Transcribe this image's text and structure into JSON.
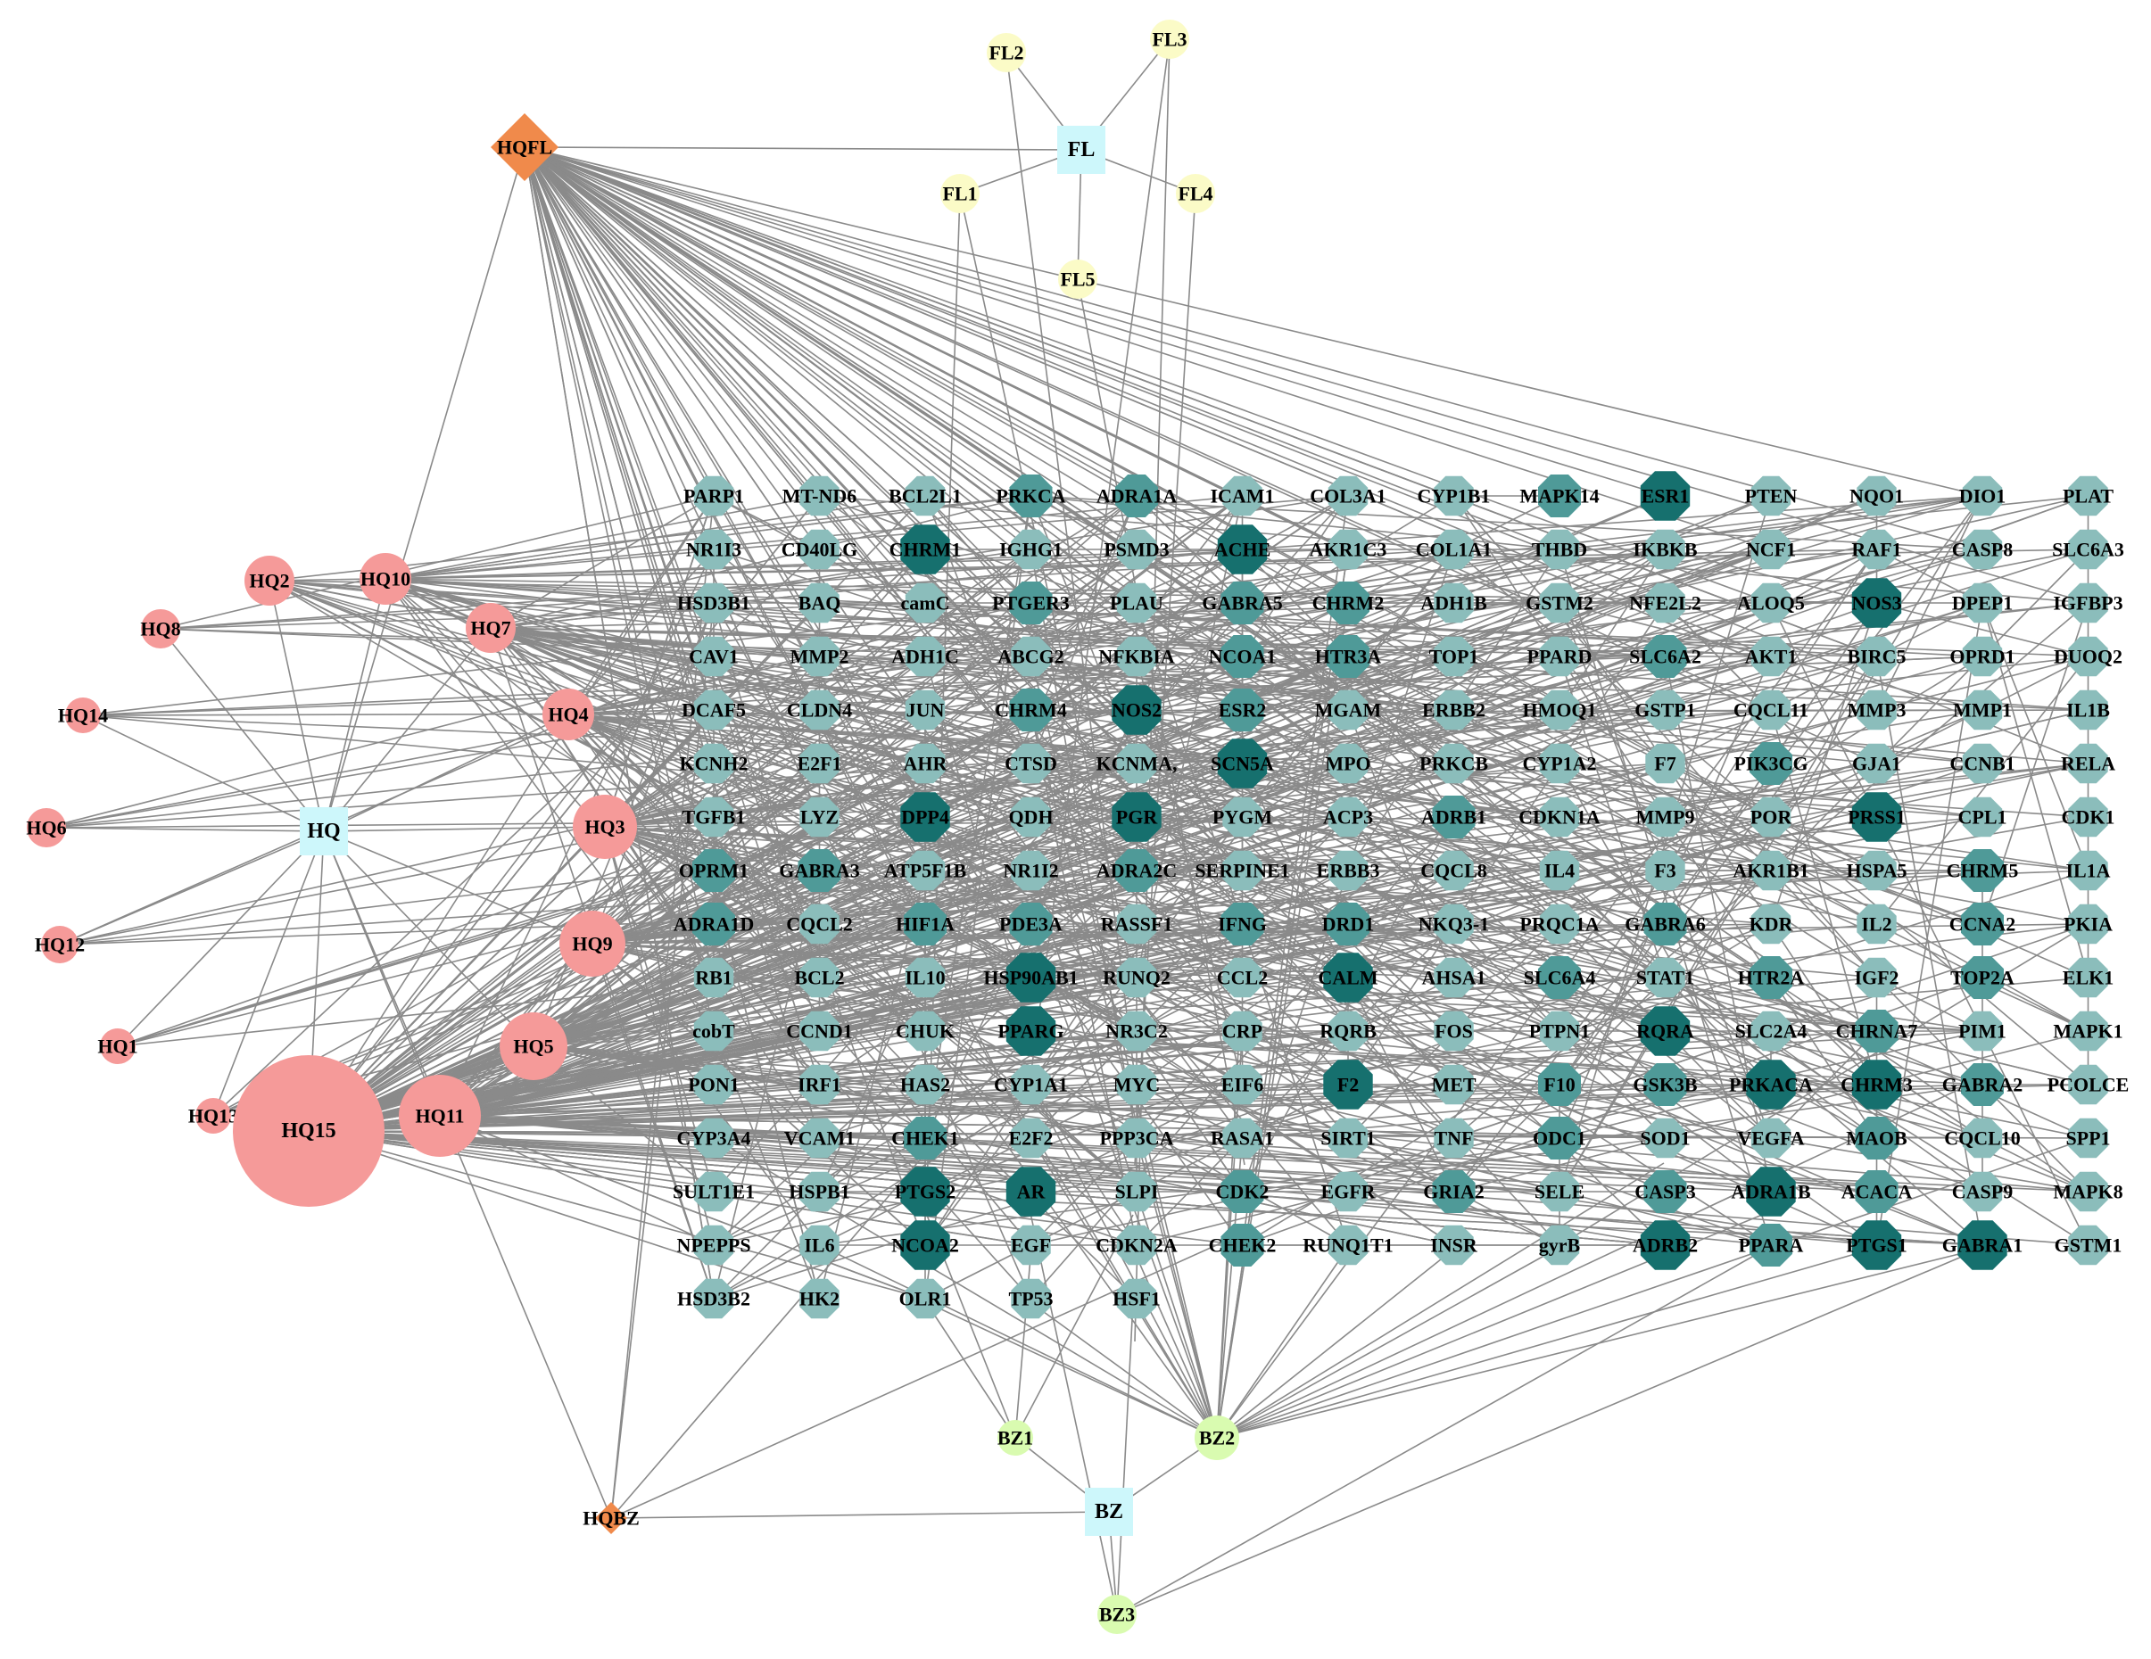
{
  "colors": {
    "herb_center": "#f08a4b",
    "herb_node": "#cdf7fb",
    "hq_compound": "#f59a99",
    "fl_compound": "#fbfbc7",
    "bz_compound": "#d9fbb0",
    "target_light": "#8bbdbb",
    "target_mid": "#4f9a98",
    "target_dark": "#16706e",
    "edge": "#8a8a8a"
  },
  "formula_nodes": [
    {
      "id": "HQFL",
      "label": "HQFL"
    },
    {
      "id": "HQBZ",
      "label": "HQBZ"
    }
  ],
  "herb_nodes": [
    {
      "id": "HQ",
      "label": "HQ"
    },
    {
      "id": "FL",
      "label": "FL"
    },
    {
      "id": "BZ",
      "label": "BZ"
    }
  ],
  "compound_nodes": [
    {
      "id": "HQ1",
      "label": "HQ1",
      "herb": "HQ"
    },
    {
      "id": "HQ2",
      "label": "HQ2",
      "herb": "HQ"
    },
    {
      "id": "HQ3",
      "label": "HQ3",
      "herb": "HQ"
    },
    {
      "id": "HQ4",
      "label": "HQ4",
      "herb": "HQ"
    },
    {
      "id": "HQ5",
      "label": "HQ5",
      "herb": "HQ"
    },
    {
      "id": "HQ6",
      "label": "HQ6",
      "herb": "HQ"
    },
    {
      "id": "HQ7",
      "label": "HQ7",
      "herb": "HQ"
    },
    {
      "id": "HQ8",
      "label": "HQ8",
      "herb": "HQ"
    },
    {
      "id": "HQ9",
      "label": "HQ9",
      "herb": "HQ"
    },
    {
      "id": "HQ10",
      "label": "HQ10",
      "herb": "HQ"
    },
    {
      "id": "HQ11",
      "label": "HQ11",
      "herb": "HQ"
    },
    {
      "id": "HQ12",
      "label": "HQ12",
      "herb": "HQ"
    },
    {
      "id": "HQ13",
      "label": "HQ13",
      "herb": "HQ"
    },
    {
      "id": "HQ14",
      "label": "HQ14",
      "herb": "HQ"
    },
    {
      "id": "HQ15",
      "label": "HQ15",
      "herb": "HQ"
    },
    {
      "id": "FL1",
      "label": "FL1",
      "herb": "FL"
    },
    {
      "id": "FL2",
      "label": "FL2",
      "herb": "FL"
    },
    {
      "id": "FL3",
      "label": "FL3",
      "herb": "FL"
    },
    {
      "id": "FL4",
      "label": "FL4",
      "herb": "FL"
    },
    {
      "id": "FL5",
      "label": "FL5",
      "herb": "FL"
    },
    {
      "id": "BZ1",
      "label": "BZ1",
      "herb": "BZ"
    },
    {
      "id": "BZ2",
      "label": "BZ2",
      "herb": "BZ"
    },
    {
      "id": "BZ3",
      "label": "BZ3",
      "herb": "BZ"
    }
  ],
  "target_rows": [
    [
      "PARP1",
      "MT-ND6",
      "BCL2L1",
      "PRKCA",
      "ADRA1A",
      "ICAM1",
      "COL3A1",
      "CYP1B1",
      "MAPK14",
      "ESR1",
      "PTEN",
      "NQO1",
      "DIO1",
      "PLAT"
    ],
    [
      "NR1I3",
      "CD40LG",
      "CHRM1",
      "IGHG1",
      "PSMD3",
      "ACHE",
      "AKR1C3",
      "COL1A1",
      "THBD",
      "IKBKB",
      "NCF1",
      "RAF1",
      "CASP8",
      "SLC6A3"
    ],
    [
      "HSD3B1",
      "BAQ",
      "camC",
      "PTGER3",
      "PLAU",
      "GABRA5",
      "CHRM2",
      "ADH1B",
      "GSTM2",
      "NFE2L2",
      "ALOQ5",
      "NOS3",
      "DPEP1",
      "IGFBP3"
    ],
    [
      "CAV1",
      "MMP2",
      "ADH1C",
      "ABCG2",
      "NFKBIA",
      "NCOA1",
      "HTR3A",
      "TOP1",
      "PPARD",
      "SLC6A2",
      "AKT1",
      "BIRC5",
      "OPRD1",
      "DUOQ2"
    ],
    [
      "DCAF5",
      "CLDN4",
      "JUN",
      "CHRM4",
      "NOS2",
      "ESR2",
      "MGAM",
      "ERBB2",
      "HMOQ1",
      "GSTP1",
      "CQCL11",
      "MMP3",
      "MMP1",
      "IL1B"
    ],
    [
      "KCNH2",
      "E2F1",
      "AHR",
      "CTSD",
      "KCNMA,",
      "SCN5A",
      "MPO",
      "PRKCB",
      "CYP1A2",
      "F7",
      "PIK3CG",
      "GJA1",
      "CCNB1",
      "RELA"
    ],
    [
      "TGFB1",
      "LYZ",
      "DPP4",
      "QDH",
      "PGR",
      "PYGM",
      "ACP3",
      "ADRB1",
      "CDKN1A",
      "MMP9",
      "POR",
      "PRSS1",
      "CPL1",
      "CDK1"
    ],
    [
      "OPRM1",
      "GABRA3",
      "ATP5F1B",
      "NR1I2",
      "ADRA2C",
      "SERPINE1",
      "ERBB3",
      "CQCL8",
      "IL4",
      "F3",
      "AKR1B1",
      "HSPA5",
      "CHRM5",
      "IL1A"
    ],
    [
      "ADRA1D",
      "CQCL2",
      "HIF1A",
      "PDE3A",
      "RASSF1",
      "IFNG",
      "DRD1",
      "NKQ3-1",
      "PRQC1A",
      "GABRA6",
      "KDR",
      "IL2",
      "CCNA2",
      "PKIA"
    ],
    [
      "RB1",
      "BCL2",
      "IL10",
      "HSP90AB1",
      "RUNQ2",
      "CCL2",
      "CALM",
      "AHSA1",
      "SLC6A4",
      "STAT1",
      "HTR2A",
      "IGF2",
      "TOP2A",
      "ELK1"
    ],
    [
      "cobT",
      "CCND1",
      "CHUK",
      "PPARG",
      "NR3C2",
      "CRP",
      "RQRB",
      "FOS",
      "PTPN1",
      "RQRA",
      "SLC2A4",
      "CHRNA7",
      "PIM1",
      "MAPK1"
    ],
    [
      "PON1",
      "IRF1",
      "HAS2",
      "CYP1A1",
      "MYC",
      "EIF6",
      "F2",
      "MET",
      "F10",
      "GSK3B",
      "PRKACA",
      "CHRM3",
      "GABRA2",
      "PCOLCE"
    ],
    [
      "CYP3A4",
      "VCAM1",
      "CHEK1",
      "E2F2",
      "PPP3CA",
      "RASA1",
      "SIRT1",
      "TNF",
      "ODC1",
      "SOD1",
      "VEGFA",
      "MAOB",
      "CQCL10",
      "SPP1"
    ],
    [
      "SULT1E1",
      "HSPB1",
      "PTGS2",
      "AR",
      "SLPI",
      "CDK2",
      "EGFR",
      "GRIA2",
      "SELE",
      "CASP3",
      "ADRA1B",
      "ACACA",
      "CASP9",
      "MAPK8"
    ],
    [
      "NPEPPS",
      "IL6",
      "NCOA2",
      "EGF",
      "CDKN2A",
      "CHEK2",
      "RUNQ1T1",
      "INSR",
      "gyrB",
      "ADRB2",
      "PPARA",
      "PTGS1",
      "GABRA1",
      "GSTM1"
    ],
    [
      "HSD3B2",
      "HK2",
      "OLR1",
      "TP53",
      "HSF1"
    ]
  ],
  "target_shade": {
    "dark": [
      "ESR1",
      "CHRM1",
      "ACHE",
      "NOS3",
      "NOS2",
      "SCN5A",
      "DPP4",
      "PGR",
      "PRSS1",
      "HSP90AB1",
      "PPARG",
      "CALM",
      "RQRA",
      "F2",
      "PRKACA",
      "CHRM3",
      "PTGS2",
      "AR",
      "NCOA2",
      "ADRB2",
      "PTGS1",
      "GABRA1",
      "ADRA1B"
    ],
    "mid": [
      "MAPK14",
      "GABRA5",
      "CHRM2",
      "NCOA1",
      "ESR2",
      "CHRM4",
      "ADRA2C",
      "PDE3A",
      "IFNG",
      "DRD1",
      "GSK3B",
      "ADRA1D",
      "HIF1A",
      "CHRM5",
      "CCNA2",
      "TOP2A",
      "CHRNA7",
      "F10",
      "ODC1",
      "MAOB",
      "SLC6A4",
      "GABRA2",
      "CASP3",
      "ACACA",
      "GABRA3",
      "OPRM1",
      "CDK2",
      "CHEK2",
      "GRIA2",
      "PPARA",
      "HTR2A",
      "HTR3A",
      "PRKCA",
      "ADRA1A",
      "CHRM1",
      "SLC6A2",
      "GABRA6",
      "PIK3CG",
      "CHEK1",
      "PTGER3",
      "ADRB1"
    ]
  },
  "edge_density": {
    "HQ15": 150,
    "HQ11": 70,
    "HQ5": 45,
    "HQ9": 55,
    "HQ3": 50,
    "HQ4": 40,
    "HQ7": 40,
    "HQ10": 30,
    "HQ2": 18,
    "HQFL": 90,
    "BZ2": 18,
    "HQBZ": 4
  }
}
